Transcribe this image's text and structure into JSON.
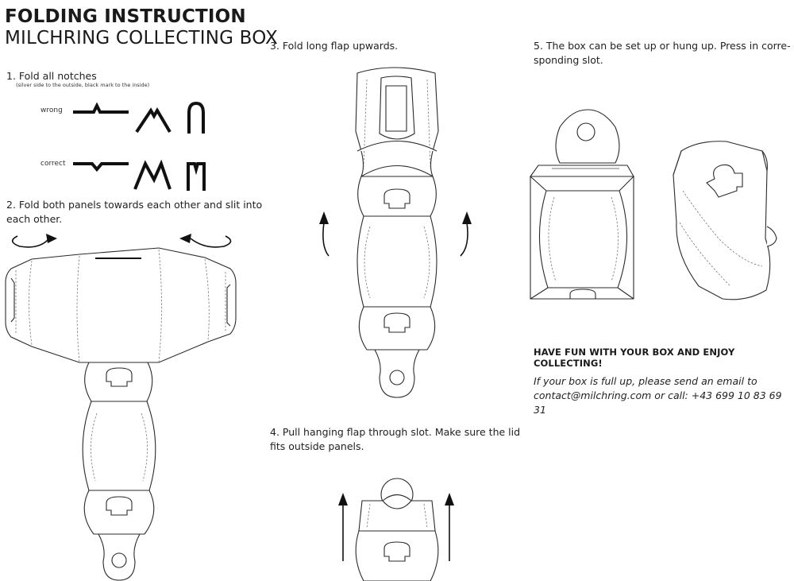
{
  "header": {
    "title": "FOLDING INSTRUCTION",
    "subtitle": "MILCHRING COLLECTING BOX"
  },
  "steps": {
    "step1": {
      "text": "1. Fold all notches",
      "note": "(silver side to the outside, black mark to the inside)",
      "wrong_label": "wrong",
      "correct_label": "correct"
    },
    "step2": {
      "line1": "2. Fold both panels towards each other and slit into",
      "line2": "each other."
    },
    "step3": {
      "text": "3. Fold long flap upwards."
    },
    "step4": {
      "line1": "4. Pull hanging flap through slot. Make sure the lid",
      "line2": "fits outside panels."
    },
    "step5": {
      "line1": "5. The box can be set up or hung up. Press in corre-",
      "line2": "sponding slot."
    }
  },
  "closing": {
    "headline": "HAVE FUN WITH YOUR BOX AND ENJOY COLLECTING!",
    "line1": "If your box is full up, please send an email to",
    "line2": "contact@milchring.com or call: +43 699 10 83 69  31"
  }
}
